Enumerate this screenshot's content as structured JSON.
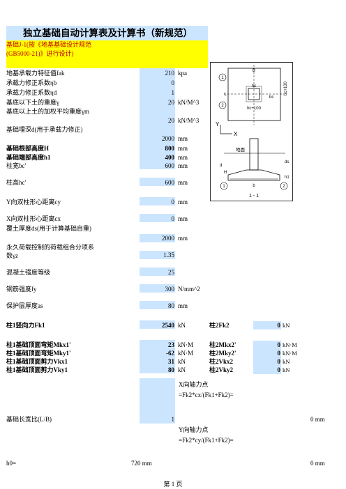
{
  "title": "独立基础自动计算表及计算书（新规范）",
  "subtitle": "基础J-1(按《地基基础设计规范(GB5000-21)》进行设计)",
  "rows": [
    {
      "label": "地基承载力特征值fak",
      "value": "210",
      "unit": "kpa"
    },
    {
      "label": "承载力修正系数ηb",
      "value": "0",
      "unit": ""
    },
    {
      "label": "承载力修正系数ηd",
      "value": "1",
      "unit": ""
    },
    {
      "label": "基底以下土的重度γ",
      "value": "20",
      "unit": "kN/M^3"
    },
    {
      "label": "基底以上土的加权平均重度γm",
      "value": "20",
      "unit": "kN/M^3"
    },
    {
      "label": "基础埋深d(用于承载力修正)",
      "value": "2000",
      "unit": "mm"
    },
    {
      "label": "基础根部高度H",
      "value": "800",
      "unit": "mm"
    },
    {
      "label": "基础端部高度h1",
      "value": "400",
      "unit": "mm"
    },
    {
      "label": "柱宽bc'",
      "value": "600",
      "unit": "mm"
    },
    {
      "label": "柱高hc'",
      "value": "600",
      "unit": "mm"
    },
    {
      "label": "Y向双柱形心距离cy",
      "value": "0",
      "unit": "mm"
    },
    {
      "label": "X向双柱形心距离cx",
      "value": "0",
      "unit": "mm"
    },
    {
      "label": "覆土厚度ds(用于计算基础自重)",
      "value": "2000",
      "unit": "mm"
    },
    {
      "label": "永久荷载控制的荷载组合分项系数γz",
      "value": "1.35",
      "unit": ""
    },
    {
      "label": "混凝土强度等级",
      "value": "25",
      "unit": ""
    },
    {
      "label": "钢筋强度fy",
      "value": "300",
      "unit": "N/mm^2"
    },
    {
      "label": "保护层厚度as",
      "value": "80",
      "unit": "mm"
    },
    {
      "label": "柱1竖向力Fk1",
      "value": "2540",
      "unit": "kN"
    },
    {
      "label": "柱1基础顶面弯矩Mkx1'",
      "value": "23",
      "unit": "kN·M"
    },
    {
      "label": "柱1基础顶面弯矩Mky1'",
      "value": "-62",
      "unit": "kN·M"
    },
    {
      "label": "柱1基础顶面剪力Vkx1",
      "value": "31",
      "unit": "kN"
    },
    {
      "label": "柱1基础顶面剪力Vky1",
      "value": "80",
      "unit": "kN"
    },
    {
      "label": "基础长宽比(L/B)",
      "value": "1",
      "unit": ""
    }
  ],
  "col2": [
    {
      "label": "柱2Fk2",
      "value": "0",
      "unit": "kN"
    },
    {
      "label": "柱2Mkx2'",
      "value": "0",
      "unit": "kN·M"
    },
    {
      "label": "柱2Mky2'",
      "value": "0",
      "unit": "kN·M"
    },
    {
      "label": "柱2Vkx2",
      "value": "0",
      "unit": "kN"
    },
    {
      "label": "柱2Vky2",
      "value": "0",
      "unit": "kN"
    }
  ],
  "note_x": "X向轴力点=Fk2*cx/(Fk1+Fk2)=",
  "note_y": "Y向轴力点=Fk2*cy/(Fk1+Fk2)=",
  "result_x": "0 mm",
  "result_y": "0 mm",
  "h0_label": "h0=",
  "h0_value": "720 mm",
  "diagram": {
    "L": "L",
    "B": "B",
    "bc": "bc",
    "hc": "hc",
    "bc100": "bc+100",
    "hc100": "hc+100",
    "Y": "Y",
    "X": "X",
    "n1": "1",
    "n2": "2",
    "ground": "地面",
    "d": "d",
    "ds": "ds",
    "H": "H",
    "h1": "h1",
    "b": "b",
    "section": "1 - 1"
  },
  "footer": "第 1 页"
}
